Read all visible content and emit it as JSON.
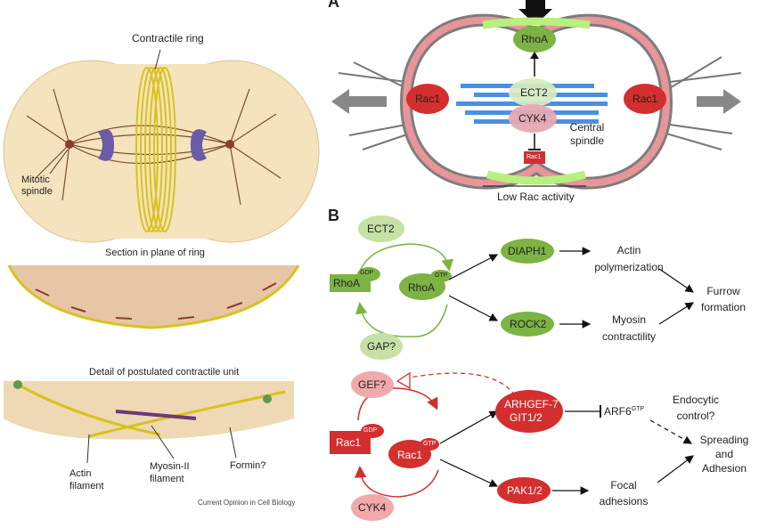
{
  "left_figure": {
    "contractile_ring_label": "Contractile ring",
    "mitotic_spindle_label": "Mitotic spindle",
    "section_label": "Section in plane of ring",
    "detail_label": "Detail of postulated contractile unit",
    "actin_label": "Actin filament",
    "myosin_label": "Myosin-II filament",
    "formin_label": "Formin?",
    "credit": "Current Opinion in Cell Biology"
  },
  "panel_a": {
    "panel_letter": "A",
    "rhoa": "RhoA",
    "ect2": "ECT2",
    "cyk4": "CYK4",
    "rac1_left": "Rac1",
    "rac1_right": "Rac1",
    "rac1_small": "Rac1",
    "central_spindle": "Central spindle",
    "low_rac": "Low Rac activity"
  },
  "panel_b": {
    "panel_letter": "B",
    "rho_cycle": {
      "ect2": "ECT2",
      "gap": "GAP?",
      "rhoa_inactive": "RhoA",
      "gdp": "GDP",
      "rhoa_active": "RhoA",
      "gtp": "GTP"
    },
    "diaph1": "DIAPH1",
    "rock2": "ROCK2",
    "actin_poly": "Actin polymerization",
    "myosin_con": "Myosin contractility",
    "furrow": "Furrow formation",
    "rac_cycle": {
      "gef": "GEF?",
      "cyk4": "CYK4",
      "rac1_inactive": "Rac1",
      "gdp": "GDP",
      "rac1_active": "Rac1",
      "gtp": "GTP"
    },
    "arhgef_line1": "ARHGEF-7",
    "arhgef_line2": "GIT1/2",
    "pak": "PAK1/2",
    "arf6": "ARF6",
    "arf6_sup": "GTP",
    "endocytic": "Endocytic control?",
    "focal": "Focal adhesions",
    "spreading": "Spreading and Adhesion"
  },
  "colors": {
    "green_dark": "#7cb342",
    "green_light": "#c5e1a5",
    "red": "#d32f2f",
    "red_light": "#f1a9a9",
    "spindle_blue": "#4a90e2",
    "membrane_pink": "#e8959a"
  }
}
